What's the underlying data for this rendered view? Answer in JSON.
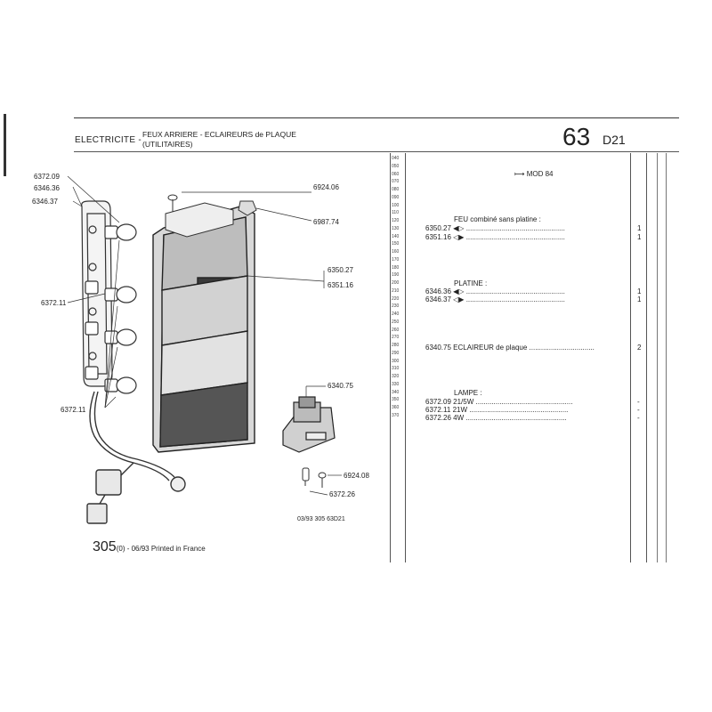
{
  "header": {
    "section": "ELECTRICITE -",
    "title_line1": "FEUX ARRIERE - ECLAIREURS de PLAQUE",
    "title_line2": "(UTILITAIRES)",
    "group_number": "63",
    "sub_code": "D21"
  },
  "diagram": {
    "refs_left": [
      "6372.09",
      "6346.36",
      "6346.37",
      "6372.11",
      "6372.11"
    ],
    "refs_right": [
      "6924.06",
      "6987.74",
      "6350.27",
      "6351.16",
      "6340.75",
      "6924.08",
      "6372.26"
    ],
    "drawing_code": "03/93  305  63D21"
  },
  "line_numbers": [
    "040",
    "050",
    "060",
    "070",
    "080",
    "090",
    "100",
    "110",
    "120",
    "130",
    "140",
    "150",
    "160",
    "170",
    "180",
    "190",
    "200",
    "210",
    "220",
    "230",
    "240",
    "250",
    "260",
    "270",
    "280",
    "290",
    "300",
    "310",
    "320",
    "330",
    "340",
    "350",
    "360",
    "370"
  ],
  "parts": {
    "mod_label": "MOD 84",
    "group_feu": "FEU combiné sans platine :",
    "feu_rows": [
      {
        "ref": "6350.27",
        "qty": "1"
      },
      {
        "ref": "6351.16",
        "qty": "1"
      }
    ],
    "group_platine": "PLATINE :",
    "platine_rows": [
      {
        "ref": "6346.36",
        "qty": "1"
      },
      {
        "ref": "6346.37",
        "qty": "1"
      }
    ],
    "eclaireur_ref": "6340.75",
    "eclaireur_label": "ECLAIREUR de plaque",
    "eclaireur_qty": "2",
    "group_lampe": "LAMPE :",
    "lampe_rows": [
      {
        "ref": "6372.09",
        "desc": "21/5W",
        "qty": "-"
      },
      {
        "ref": "6372.11",
        "desc": "21W",
        "qty": "-"
      },
      {
        "ref": "6372.26",
        "desc": "4W",
        "qty": "-"
      }
    ]
  },
  "footer": {
    "model": "305",
    "suffix": "(0) - 06/93 Printed in France"
  }
}
